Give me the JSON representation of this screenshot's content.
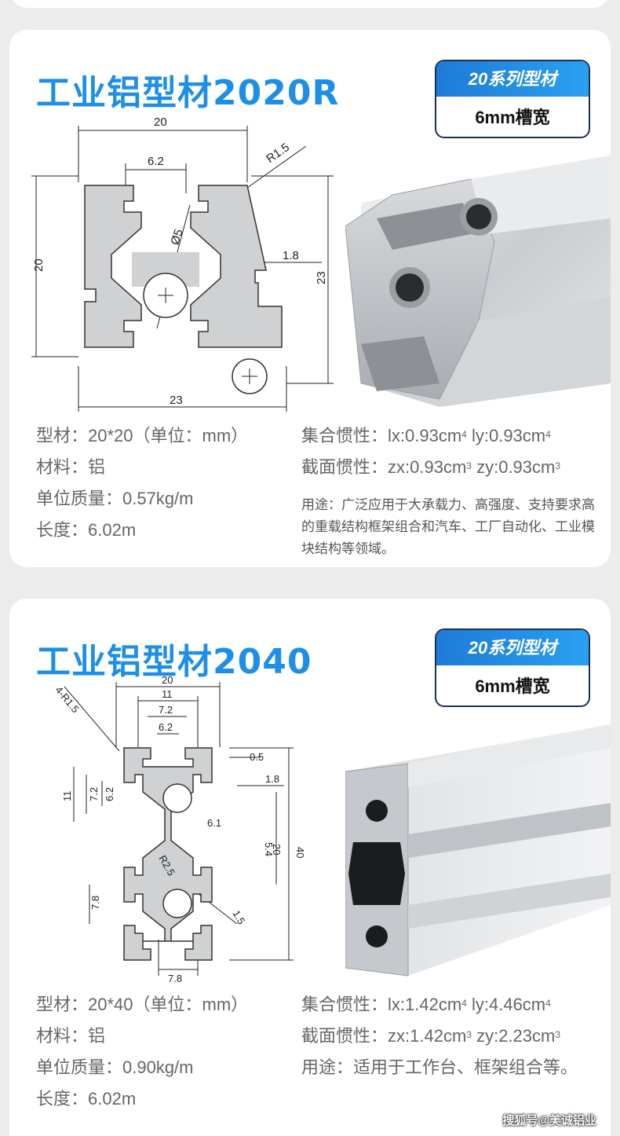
{
  "sections": [
    {
      "title": "工业铝型材2020R",
      "badge_series": "20系列型材",
      "badge_slot": "6mm槽宽",
      "dimensions": [
        "20",
        "6.2",
        "R1.5",
        "Ø5",
        "1.8",
        "20",
        "23",
        "23"
      ],
      "specs_left": [
        "型材：20*20（单位：mm）",
        "材料：铝",
        "单位质量：0.57kg/m",
        "长度：6.02m"
      ],
      "inertia_label": "集合惯性：",
      "lx": "lx:0.93cm",
      "ly": "ly:0.93cm",
      "section_label": "截面惯性：",
      "zx": "zx:0.93cm",
      "zy": "zy:0.93cm",
      "usage": "用途：广泛应用于大承载力、高强度、支持要求高的重载结构框架组合和汽车、工厂自动化、工业模块结构等领域。"
    },
    {
      "title": "工业铝型材2040",
      "badge_series": "20系列型材",
      "badge_slot": "6mm槽宽",
      "dimensions": [
        "20",
        "11",
        "7.2",
        "6.2",
        "4-R1.5",
        "0.5",
        "7.2",
        "11",
        "6.2",
        "1.8",
        "6.1",
        "5.4",
        "20",
        "40",
        "R2.5",
        "7.8",
        "1.5",
        "7.8"
      ],
      "specs_left": [
        "型材：20*40（单位：mm）",
        "材料：铝",
        "单位质量：0.90kg/m",
        "长度：6.02m"
      ],
      "inertia_label": "集合惯性：",
      "lx": "lx:1.42cm",
      "ly": "ly:4.46cm",
      "section_label": "截面惯性：",
      "zx": "zx:1.42cm",
      "zy": "zy:2.23cm",
      "usage": "用途：适用于工作台、框架组合等。"
    }
  ],
  "superscripts": {
    "inertia": "4",
    "section": "3"
  },
  "watermark": "搜狐号@美诚铝业",
  "colors": {
    "title": "#1e8fe6",
    "badge_navy": "#1e2e5a",
    "profile_gray": "#cfd1d3"
  }
}
